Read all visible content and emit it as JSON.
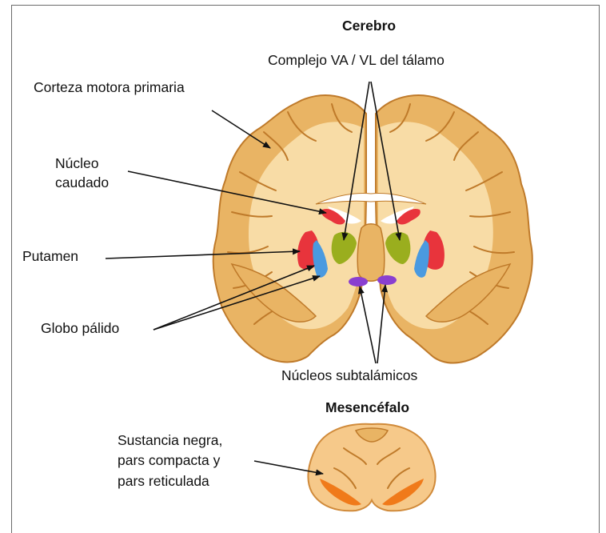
{
  "titles": {
    "cerebro": "Cerebro",
    "mesencefalo": "Mesencéfalo"
  },
  "labels": {
    "complejo": "Complejo VA / VL del tálamo",
    "corteza": "Corteza motora primaria",
    "nucleo_line1": "Núcleo",
    "nucleo_line2": "caudado",
    "putamen": "Putamen",
    "globo": "Globo pálido",
    "subtalamicos": "Núcleos subtalámicos",
    "sustancia_line1": "Sustancia negra,",
    "sustancia_line2": "pars compacta y",
    "sustancia_line3": "pars reticulada"
  },
  "colors": {
    "frame": "#6b6b6b",
    "cortex_fill": "#e9b464",
    "cortex_stroke": "#bf7a2a",
    "white_matter": "#f8dca6",
    "ventricle": "#ffffff",
    "caudate": "#e8343c",
    "putamen": "#e8343c",
    "globus_pallidus": "#4a9ae0",
    "thalamus_va_vl": "#9aae1e",
    "subthalamic": "#8a3fd0",
    "substantia_nigra": "#f07a1a",
    "midbrain_fill": "#f6c98a",
    "arrow": "#111111"
  }
}
